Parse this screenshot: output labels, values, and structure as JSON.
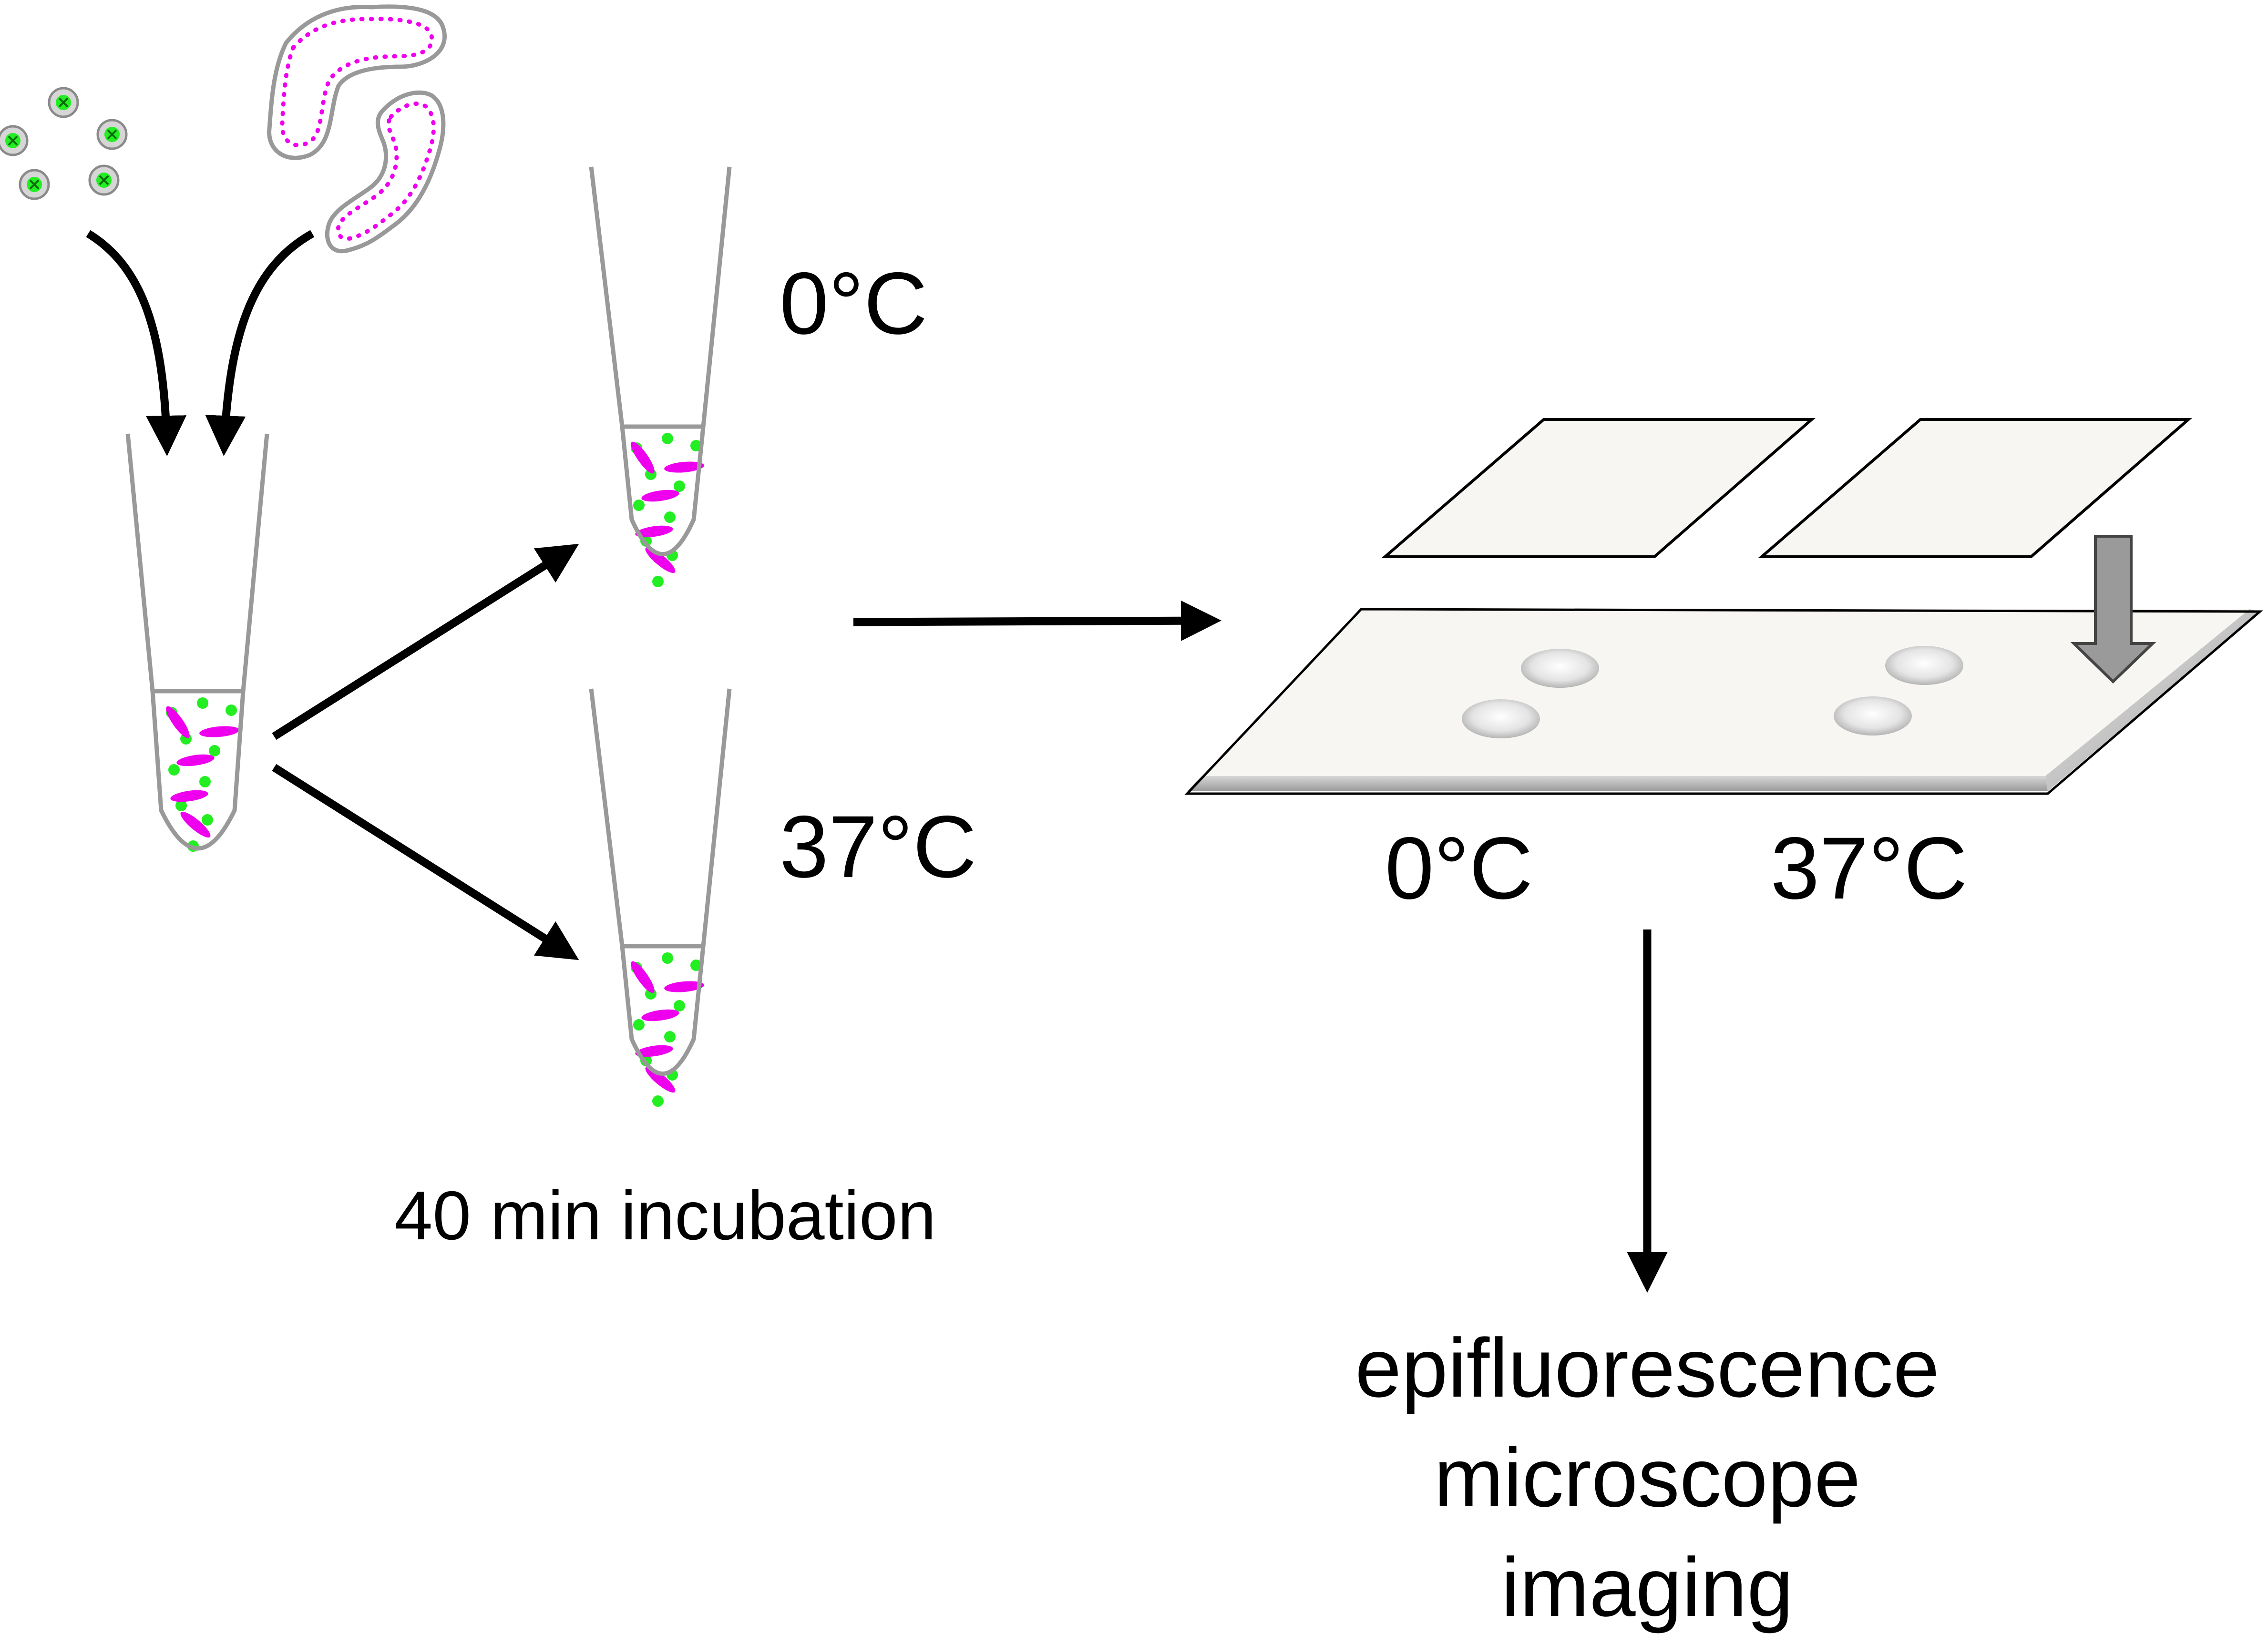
{
  "labels": {
    "top_tube_temp": "0°C",
    "bottom_tube_temp": "37°C",
    "incubation": "40 min incubation",
    "slide_left_temp": "0°C",
    "slide_right_temp": "37°C",
    "imaging_line1": "epifluorescence",
    "imaging_line2": "microscope",
    "imaging_line3": "imaging"
  },
  "colors": {
    "particle": "#22ee22",
    "bacteria": "#ee00ee",
    "tube_outline": "#999999",
    "arrow": "#000000",
    "press_arrow": "#999999",
    "slide_fill": "#f7f6f2"
  },
  "icons": {
    "particles": "nanoparticle-cluster",
    "bacteria": "bacteria-cells",
    "tube": "microcentrifuge-tube",
    "slide": "microscope-slide",
    "coverslip": "coverslip"
  }
}
